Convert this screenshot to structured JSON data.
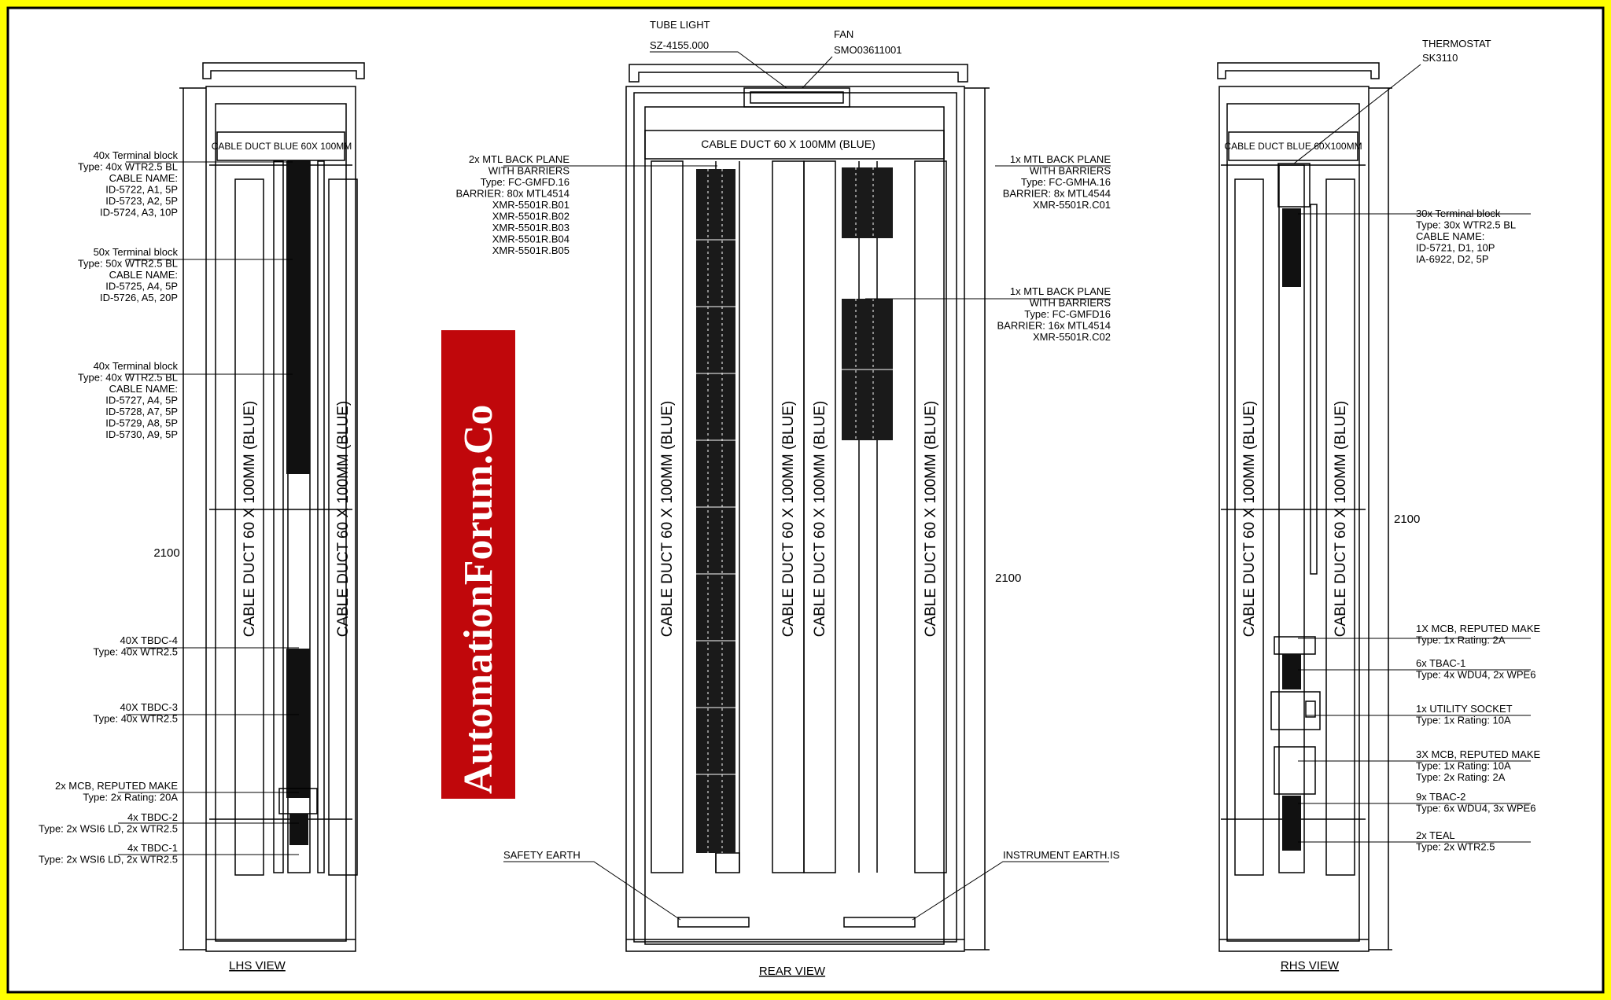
{
  "watermark": "AutomationForum.Co",
  "colors": {
    "border": "#ffff00",
    "watermark_bg": "#c0070b",
    "watermark_text": "#ffffff"
  },
  "views": {
    "lhs": {
      "title": "LHS VIEW",
      "header_duct": "CABLE DUCT BLUE 60X 100MM",
      "vertical_duct": "CABLE DUCT 60 X 100MM (BLUE)",
      "dimension": "2100",
      "labels": [
        [
          "40x Terminal block",
          "Type: 40x WTR2.5 BL",
          "CABLE NAME:",
          "ID-5722, A1, 5P",
          "ID-5723, A2, 5P",
          "ID-5724, A3, 10P"
        ],
        [
          "50x Terminal block",
          "Type: 50x WTR2.5 BL",
          "CABLE NAME:",
          "ID-5725, A4, 5P",
          "ID-5726, A5, 20P"
        ],
        [
          "40x Terminal block",
          "Type: 40x WTR2.5 BL",
          "CABLE NAME:",
          "ID-5727, A4, 5P",
          "ID-5728, A7, 5P",
          "ID-5729, A8, 5P",
          "ID-5730, A9, 5P"
        ],
        [
          "40X TBDC-4",
          "Type: 40x WTR2.5"
        ],
        [
          "40X TBDC-3",
          "Type: 40x WTR2.5"
        ],
        [
          "2x MCB, REPUTED MAKE",
          "Type: 2x Rating: 20A"
        ],
        [
          "4x TBDC-2",
          "Type: 2x WSI6 LD, 2x WTR2.5"
        ],
        [
          "4x TBDC-1",
          "Type: 2x WSI6 LD, 2x WTR2.5"
        ]
      ]
    },
    "rear": {
      "title": "REAR VIEW",
      "header_duct": "CABLE DUCT 60 X 100MM (BLUE)",
      "vertical_duct": "CABLE DUCT 60 X 100MM (BLUE)",
      "dimension": "2100",
      "tube_light": [
        "TUBE LIGHT",
        "SZ-4155.000"
      ],
      "fan": [
        "FAN",
        "SMO03611001"
      ],
      "safety_earth": "SAFETY EARTH",
      "instrument_earth": "INSTRUMENT EARTH.IS",
      "labels": [
        [
          "2x MTL BACK PLANE",
          "WITH BARRIERS",
          "Type: FC-GMFD.16",
          "BARRIER: 80x MTL4514",
          "XMR-5501R.B01",
          "XMR-5501R.B02",
          "XMR-5501R.B03",
          "XMR-5501R.B04",
          "XMR-5501R.B05"
        ],
        [
          "1x MTL BACK PLANE",
          "WITH BARRIERS",
          "Type: FC-GMHA.16",
          "BARRIER: 8x MTL4544",
          "XMR-5501R.C01"
        ],
        [
          "1x MTL BACK PLANE",
          "WITH BARRIERS",
          "Type: FC-GMFD16",
          "BARRIER: 16x MTL4514",
          "XMR-5501R.C02"
        ]
      ]
    },
    "rhs": {
      "title": "RHS VIEW",
      "header_duct": "CABLE DUCT BLUE 60X100MM",
      "vertical_duct": "CABLE DUCT 60 X 100MM (BLUE)",
      "dimension": "2100",
      "thermostat": [
        "THERMOSTAT",
        "SK3110"
      ],
      "labels": [
        [
          "30x Terminal block",
          "Type: 30x WTR2.5 BL",
          "CABLE NAME:",
          "ID-5721, D1, 10P",
          "IA-6922, D2, 5P"
        ],
        [
          "1X MCB, REPUTED MAKE",
          "Type: 1x Rating: 2A"
        ],
        [
          "6x TBAC-1",
          "Type: 4x WDU4, 2x WPE6"
        ],
        [
          "1x UTILITY SOCKET",
          "Type: 1x Rating: 10A"
        ],
        [
          "3X MCB, REPUTED MAKE",
          "Type: 1x Rating: 10A",
          "Type: 2x Rating: 2A"
        ],
        [
          "9x TBAC-2",
          "Type: 6x WDU4, 3x WPE6"
        ],
        [
          "2x TEAL",
          "Type: 2x WTR2.5"
        ]
      ]
    }
  }
}
